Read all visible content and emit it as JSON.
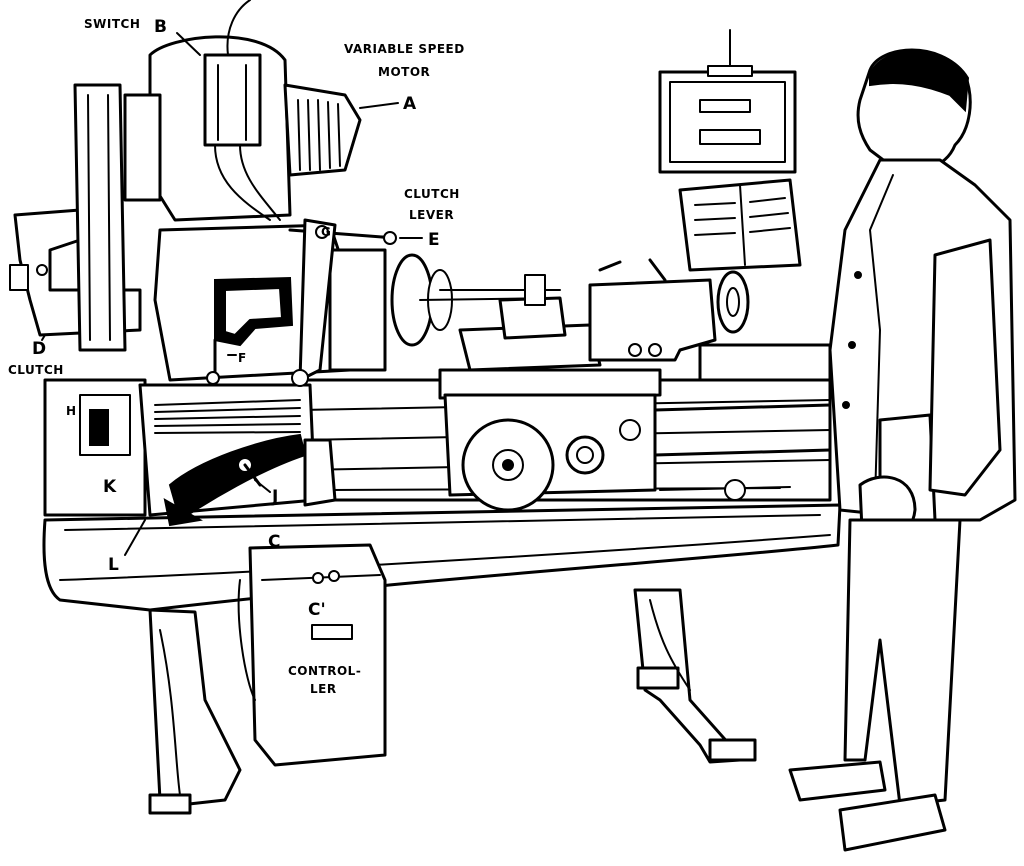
{
  "labels": {
    "switch": "SWITCH",
    "b": "B",
    "variable_speed": "VARIABLE SPEED",
    "motor": "MOTOR",
    "a": "A",
    "clutch_lever_1": "CLUTCH",
    "clutch_lever_2": "LEVER",
    "e": "E",
    "g": "G",
    "d": "D",
    "clutch": "CLUTCH",
    "f": "F",
    "h": "H",
    "k": "K",
    "j": "J",
    "l": "L",
    "c": "C",
    "c_prime": "C'",
    "controller_1": "CONTROL-",
    "controller_2": "LER"
  },
  "colors": {
    "ink": "#000000",
    "paper": "#ffffff"
  }
}
